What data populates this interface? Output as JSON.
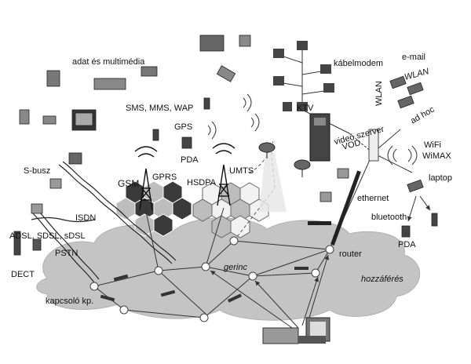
{
  "labels": {
    "media": "adat és multimédia",
    "kabelmodem": "kábelmodem",
    "email": "e-mail",
    "wlan1": "WLAN",
    "wlan2": "WLAN",
    "adhoc": "ad hoc",
    "ktv": "KTV",
    "sms": "SMS, MMS, WAP",
    "gps": "GPS",
    "pda_top": "PDA",
    "video": "videó szerver",
    "vod": "VOD",
    "wifi": "WiFi",
    "wimax": "WiMAX",
    "laptop": "laptop",
    "sbusz": "S-busz",
    "gsm": "GSM",
    "gprs": "GPRS",
    "hsdpa": "HSDPA",
    "umts": "UMTS",
    "ethernet": "ethernet",
    "bluetooth": "bluetooth",
    "pda_bottom": "PDA",
    "isdn": "ISDN",
    "adsl": "ADSL, SDSL, sDSL",
    "pstn": "PSTN",
    "dect": "DECT",
    "gerinc": "gerinc",
    "router": "router",
    "hozzaferes": "hozzáférés",
    "kapcsolo": "kapcsoló kp."
  },
  "colors": {
    "cloud": "#c4c4c4",
    "line": "#333333",
    "hex_dark": "#3a3a3a",
    "hex_light": "#bdbdbd",
    "hex_white": "#f2f2f2"
  }
}
